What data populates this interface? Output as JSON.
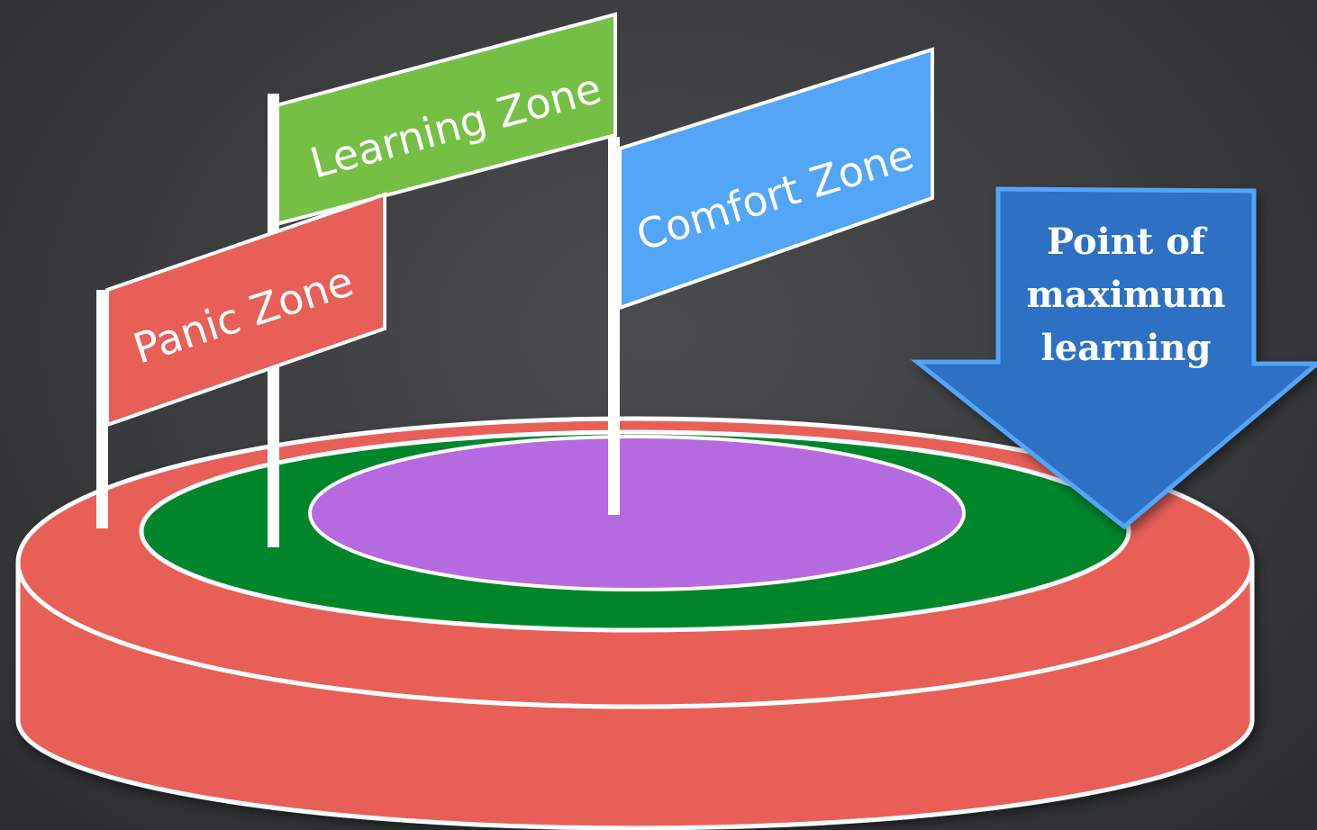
{
  "diagram": {
    "zones": [
      {
        "id": "panic",
        "label": "Panic Zone",
        "color": "#e85f58"
      },
      {
        "id": "learning",
        "label": "Learning Zone",
        "color": "#76bf45"
      },
      {
        "id": "comfort",
        "label": "Comfort Zone",
        "color": "#52a5f7"
      }
    ],
    "rings": {
      "outer_color": "#e85f58",
      "middle_color": "#05862b",
      "inner_color": "#b56be0"
    },
    "callout": {
      "lines": [
        "Point of",
        "maximum",
        "learning"
      ],
      "color": "#2f6fc4",
      "border_color": "#52a5f7"
    }
  }
}
